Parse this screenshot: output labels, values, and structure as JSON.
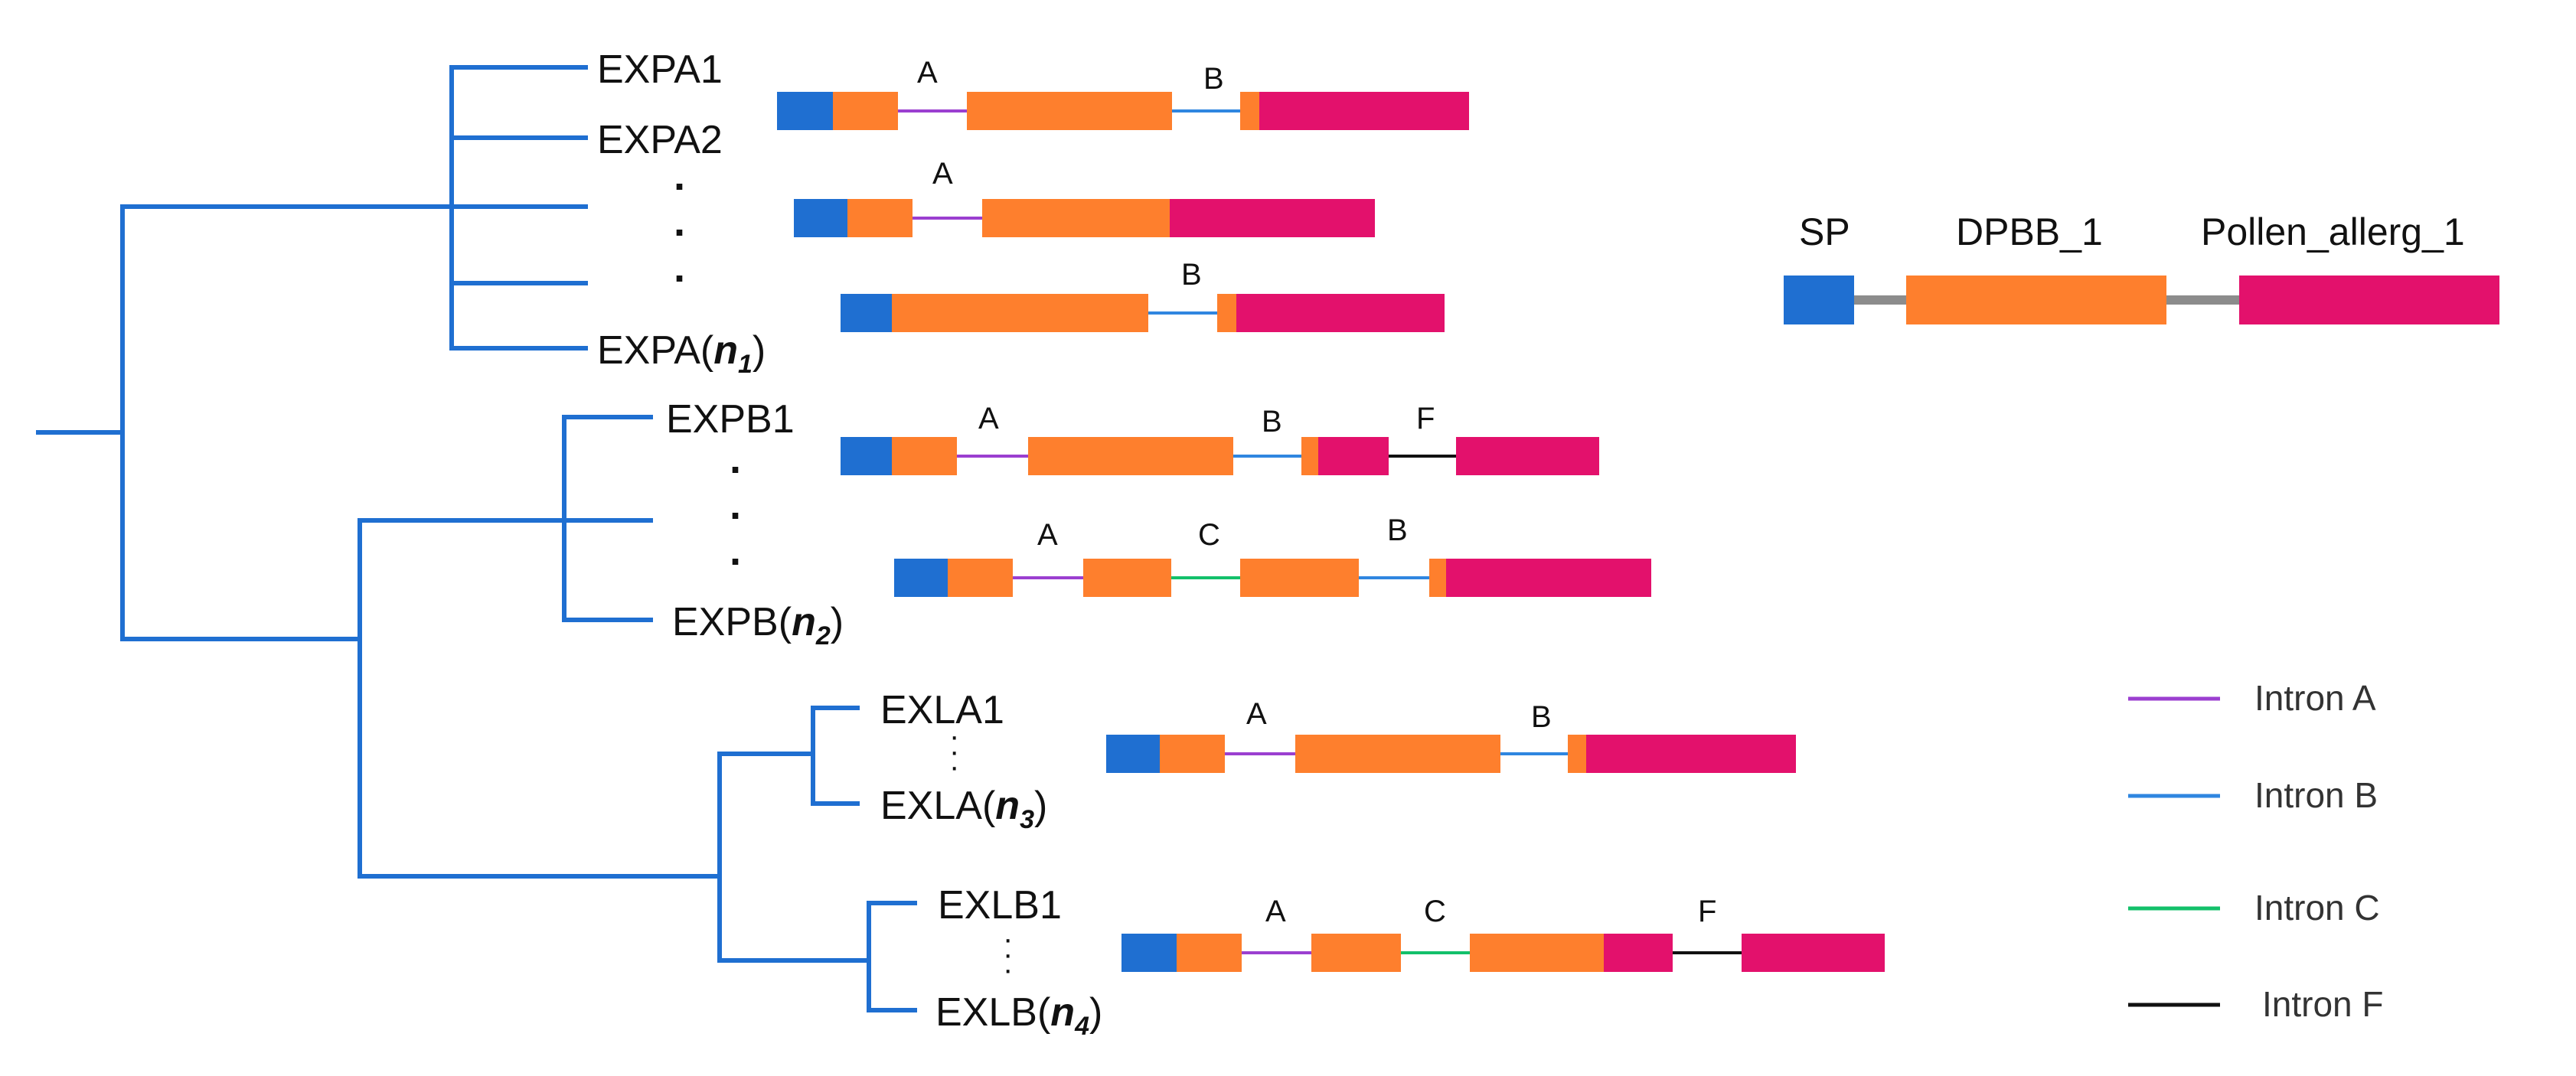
{
  "colors": {
    "tree": "#1f6fd1",
    "sp": "#1f6fd1",
    "dpbb": "#fe7f2d",
    "pollen": "#e3116c",
    "linker": "#8c8c8c",
    "intron_A": "#9b3fd0",
    "intron_B": "#2f86e0",
    "intron_C": "#13c06a",
    "intron_F": "#111111"
  },
  "tree": {
    "leaves": {
      "expa1": "EXPA1",
      "expa2": "EXPA2",
      "expa_n_prefix": "EXPA(",
      "expa_n_var": "n",
      "expa_n_sub": "1",
      "expb1": "EXPB1",
      "expb_n_prefix": "EXPB(",
      "expb_n_var": "n",
      "expb_n_sub": "2",
      "exla1": "EXLA1",
      "exla_n_prefix": "EXLA(",
      "exla_n_var": "n",
      "exla_n_sub": "3",
      "exlb1": "EXLB1",
      "exlb_n_prefix": "EXLB(",
      "exlb_n_var": "n",
      "exlb_n_sub": "4",
      "close_paren": ")"
    },
    "ellipsis": "·"
  },
  "gene_structures": [
    {
      "row": 1,
      "intron_labels": [
        "A",
        "B"
      ]
    },
    {
      "row": 2,
      "intron_labels": [
        "A"
      ]
    },
    {
      "row": 3,
      "intron_labels": [
        "B"
      ]
    },
    {
      "row": 4,
      "intron_labels": [
        "A",
        "B",
        "F"
      ]
    },
    {
      "row": 5,
      "intron_labels": [
        "A",
        "C",
        "B"
      ]
    },
    {
      "row": 6,
      "intron_labels": [
        "A",
        "B"
      ]
    },
    {
      "row": 7,
      "intron_labels": [
        "A",
        "C",
        "F"
      ]
    }
  ],
  "domain_legend": {
    "sp": "SP",
    "dpbb": "DPBB_1",
    "pollen": "Pollen_allerg_1"
  },
  "intron_legend": [
    {
      "label": "Intron A",
      "color_key": "intron_A"
    },
    {
      "label": "Intron B",
      "color_key": "intron_B"
    },
    {
      "label": "Intron C",
      "color_key": "intron_C"
    },
    {
      "label": "Intron F",
      "color_key": "intron_F"
    }
  ]
}
